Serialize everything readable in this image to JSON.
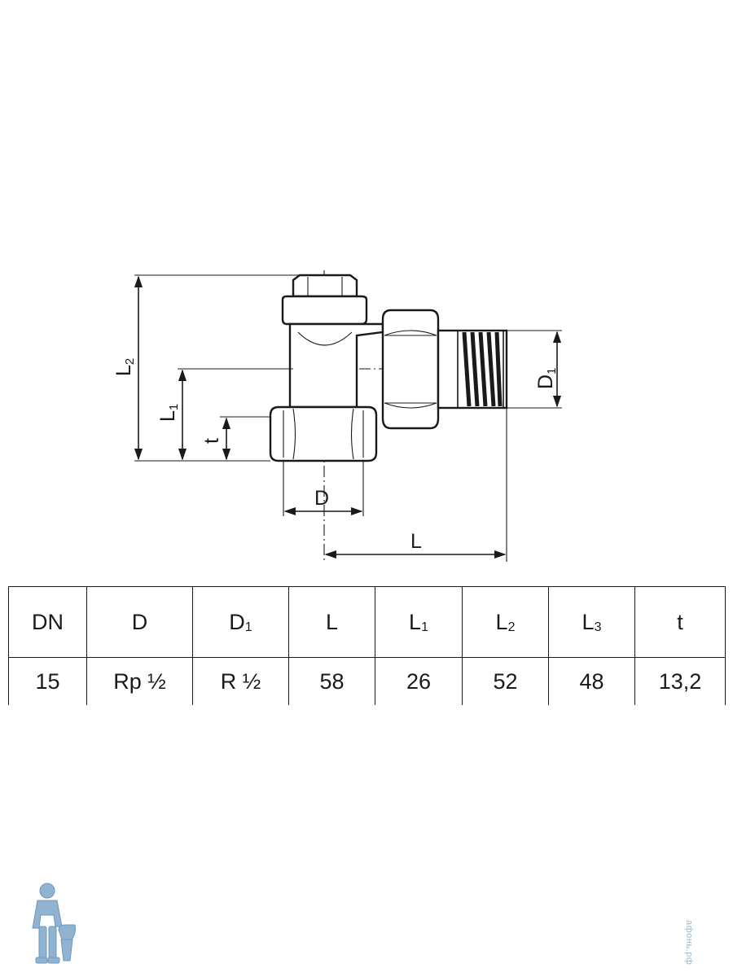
{
  "drawing": {
    "dimension_labels": {
      "L2": {
        "base": "L",
        "sub": "2"
      },
      "L1": {
        "base": "L",
        "sub": "1"
      },
      "t": {
        "base": "t",
        "sub": ""
      },
      "D1": {
        "base": "D",
        "sub": "1"
      },
      "D": {
        "base": "D",
        "sub": ""
      },
      "L": {
        "base": "L",
        "sub": ""
      }
    }
  },
  "table": {
    "headers": [
      {
        "base": "DN",
        "sub": ""
      },
      {
        "base": "D",
        "sub": ""
      },
      {
        "base": "D",
        "sub": "1"
      },
      {
        "base": "L",
        "sub": ""
      },
      {
        "base": "L",
        "sub": "1"
      },
      {
        "base": "L",
        "sub": "2"
      },
      {
        "base": "L",
        "sub": "3"
      },
      {
        "base": "t",
        "sub": ""
      }
    ],
    "values": [
      "15",
      "Rp ½",
      "R ½",
      "58",
      "26",
      "52",
      "48",
      "13,2"
    ]
  },
  "watermark": "афонь.рф",
  "colors": {
    "line": "#1a1a1a",
    "watermark": "#9db8cf",
    "logo": "#8fb3d1"
  }
}
